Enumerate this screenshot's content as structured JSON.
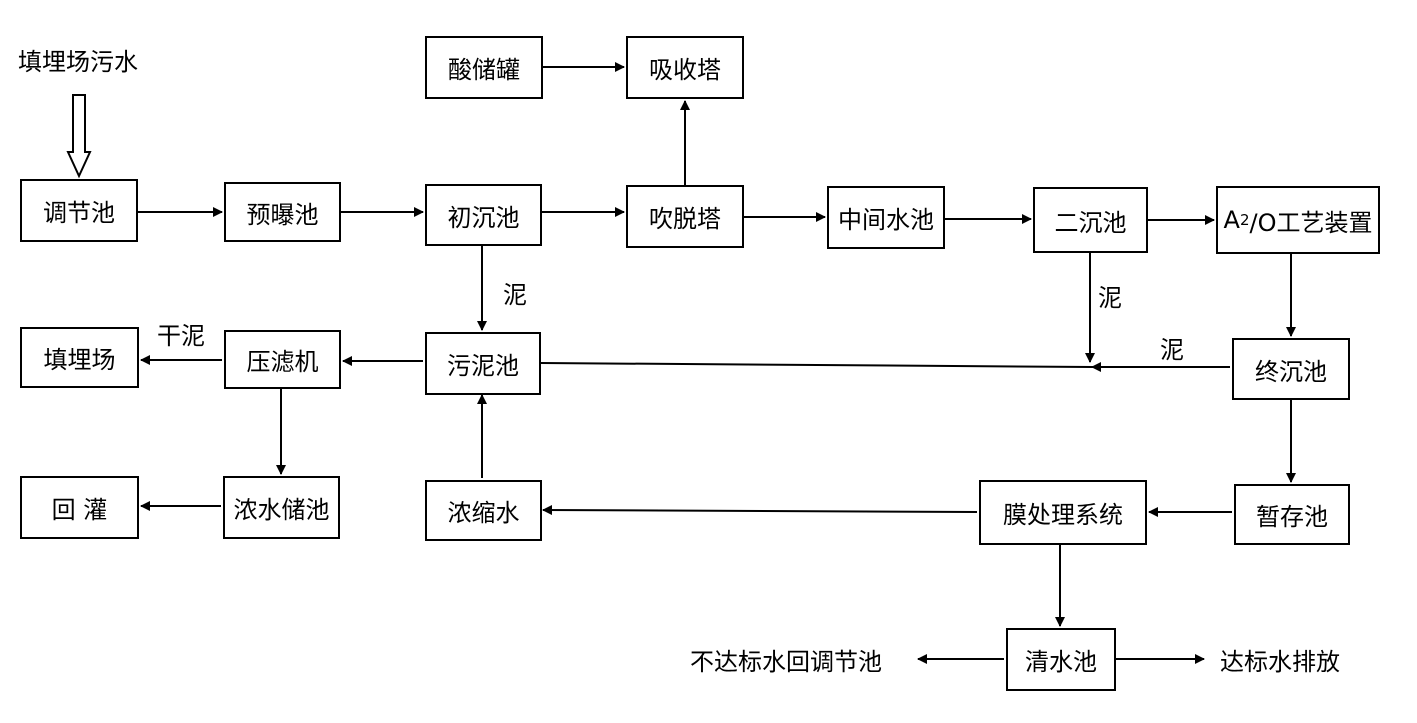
{
  "source": "填埋场污水",
  "boxes": {
    "acid_tank": "酸储罐",
    "absorber": "吸收塔",
    "regulating_tank": "调节池",
    "pre_aeration_tank": "预曝池",
    "primary_settling": "初沉池",
    "stripping_tower": "吹脱塔",
    "middle_tank": "中间水池",
    "secondary_settling": "二沉池",
    "ao_prefix": "A",
    "ao_sup": "2",
    "ao_suffix": "/O工艺装置",
    "landfill": "填埋场",
    "filter_press": "压滤机",
    "sludge_tank": "污泥池",
    "final_settling": "终沉池",
    "recharge": "回  灌",
    "concentrate_storage": "浓水储池",
    "concentrate": "浓缩水",
    "membrane_system": "膜处理系统",
    "temp_storage": "暂存池",
    "clear_water": "清水池"
  },
  "labels": {
    "sludge_1": "泥",
    "sludge_2": "泥",
    "sludge_3": "泥",
    "dry_sludge": "干泥",
    "substandard": "不达标水回调节池",
    "standard": "达标水排放"
  }
}
